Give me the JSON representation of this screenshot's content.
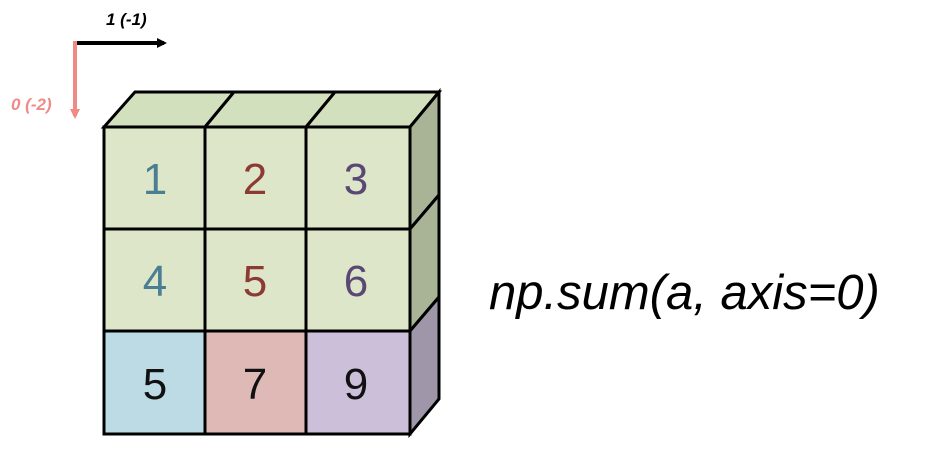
{
  "axes": {
    "horizontal": {
      "label": "1 (-1)",
      "color": "#000000"
    },
    "vertical": {
      "label": "0 (-2)",
      "color": "#ef8a86"
    }
  },
  "grid": {
    "rows": [
      {
        "kind": "input",
        "cells": [
          {
            "value": "1",
            "text_color": "#4a7f93"
          },
          {
            "value": "2",
            "text_color": "#8c3b34"
          },
          {
            "value": "3",
            "text_color": "#5b4774"
          }
        ]
      },
      {
        "kind": "input",
        "cells": [
          {
            "value": "4",
            "text_color": "#4a7f93"
          },
          {
            "value": "5",
            "text_color": "#8c3b34"
          },
          {
            "value": "6",
            "text_color": "#5b4774"
          }
        ]
      },
      {
        "kind": "result",
        "cells": [
          {
            "value": "5",
            "text_color": "#111111",
            "fill": "#bcdbe5"
          },
          {
            "value": "7",
            "text_color": "#111111",
            "fill": "#dfb9b6"
          },
          {
            "value": "9",
            "text_color": "#111111",
            "fill": "#cbbfd9"
          }
        ]
      }
    ],
    "colors": {
      "input_face": "#dde6c9",
      "input_top": "#d3e0bd",
      "input_side": "#a9b497",
      "result_side": "#9f97a9",
      "border": "#000000"
    }
  },
  "expression": "np.sum(a, axis=0)"
}
